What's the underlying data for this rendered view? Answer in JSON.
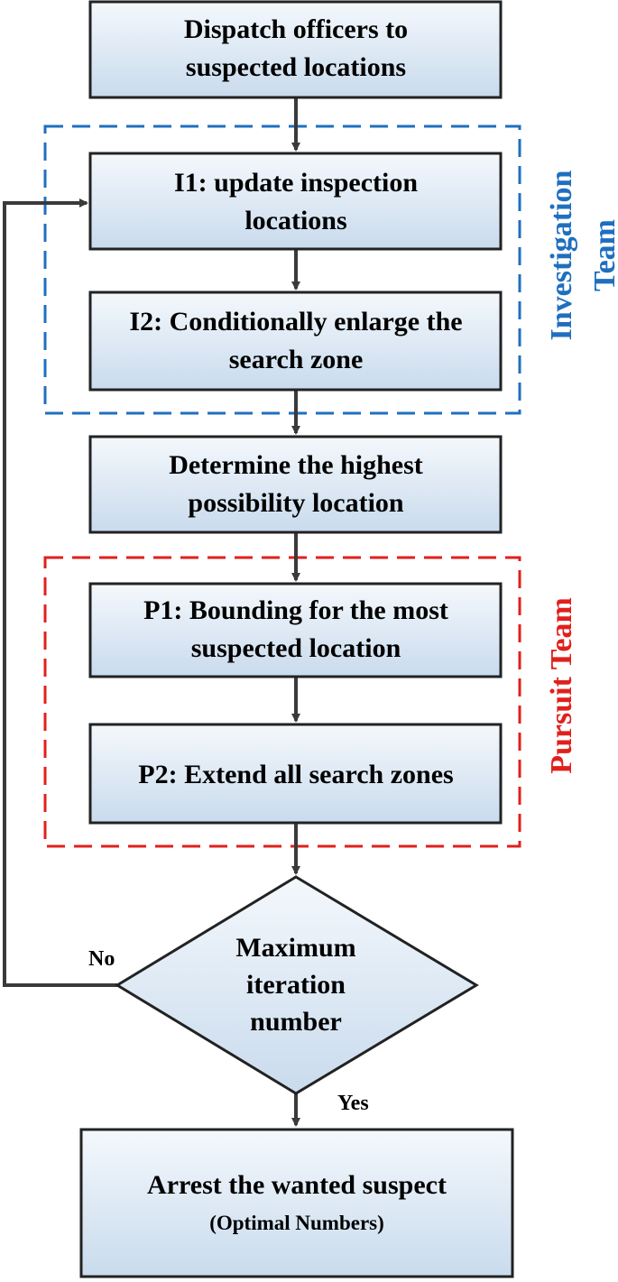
{
  "steps": {
    "dispatch": {
      "line1": "Dispatch officers to",
      "line2": "suspected locations"
    },
    "i1": {
      "line1": "I1: update inspection",
      "line2": "locations"
    },
    "i2": {
      "line1": "I2: Conditionally enlarge the",
      "line2": "search zone"
    },
    "determine": {
      "line1": "Determine the highest",
      "line2": "possibility location"
    },
    "p1": {
      "line1": "P1: Bounding for the most",
      "line2": "suspected location"
    },
    "p2": {
      "line1": "P2: Extend all search zones"
    },
    "decision": {
      "line1": "Maximum",
      "line2": "iteration",
      "line3": "number"
    },
    "arrest": {
      "line1": "Arrest the wanted suspect",
      "line2": "(Optimal Numbers)"
    }
  },
  "teams": {
    "investigation": {
      "line1": "Investigation",
      "line2": "Team",
      "color": "#1f6fbf"
    },
    "pursuit": {
      "label": "Pursuit Team",
      "color": "#e0201c"
    }
  },
  "branches": {
    "no": "No",
    "yes": "Yes"
  },
  "colors": {
    "box_top": "#f4f8fc",
    "box_bottom": "#c9dbed",
    "stroke": "#222222",
    "arrow": "#3a3a3a"
  }
}
